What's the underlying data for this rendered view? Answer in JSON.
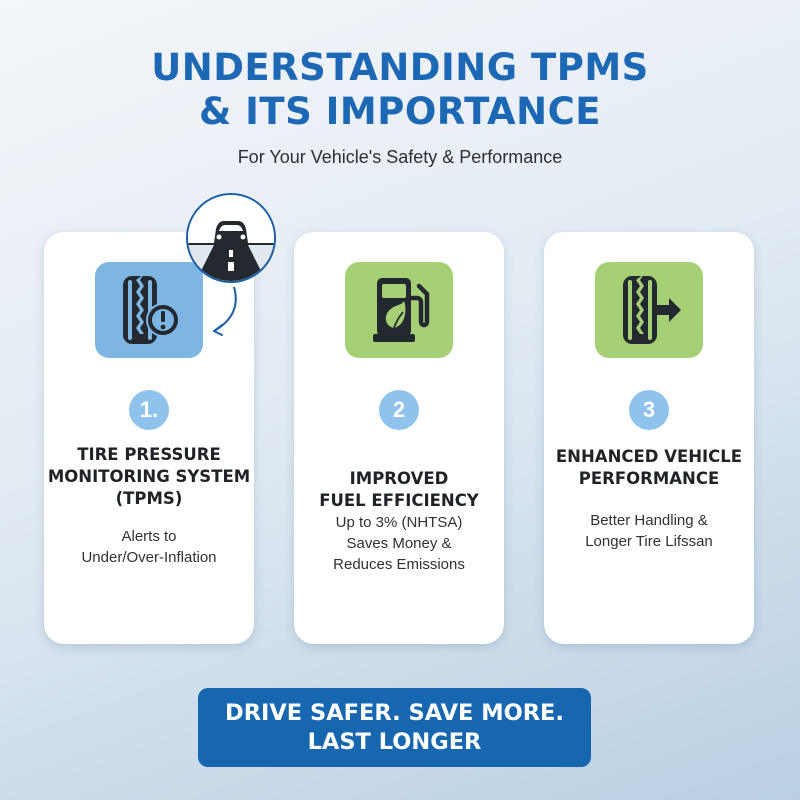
{
  "header": {
    "title_line1": "UNDERSTANDING TPMS",
    "title_line2": "& ITS IMPORTANCE",
    "subtitle": "For Your Vehicle's Safety & Performance"
  },
  "cards": [
    {
      "number": "1.",
      "icon": "tire-alert-icon",
      "title_lines": [
        "TIRE PRESSURE",
        "MONITORING SYSTEM",
        "(TPMS)"
      ],
      "desc_lines": [
        "Alerts to",
        "Under/Over-Inflation"
      ]
    },
    {
      "number": "2",
      "icon": "fuel-pump-leaf-icon",
      "title_lines": [
        "IMPROVED",
        "FUEL EFFICIENCY"
      ],
      "desc_lines": [
        "Up to 3% (NHTSA)",
        "Saves Money &",
        "Reduces Emissions"
      ]
    },
    {
      "number": "3",
      "icon": "tire-arrow-icon",
      "title_lines": [
        "ENHANCED VEHICLE",
        "PERFORMANCE"
      ],
      "desc_lines": [
        "Better Handling &",
        "Longer Tire Lifssan"
      ]
    }
  ],
  "badge": {
    "icon": "car-on-road-icon"
  },
  "cta": {
    "line1": "DRIVE SAFER. SAVE MORE.",
    "line2": "LAST LONGER"
  },
  "colors": {
    "title_blue": "#1d68b4",
    "icon_blue": "#7eb6e3",
    "icon_green": "#a6d075",
    "number_blue": "#8fc2ec",
    "cta_blue": "#1766b0"
  }
}
